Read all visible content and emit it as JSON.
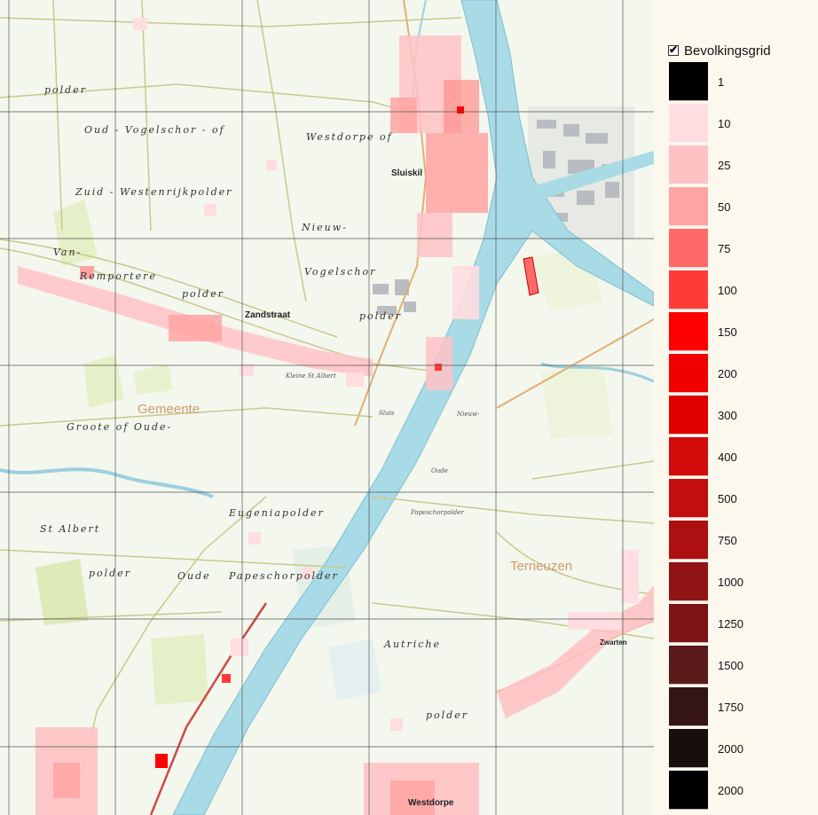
{
  "map": {
    "places": {
      "sluiskil": "Sluiskil",
      "zandstraat": "Zandstraat",
      "gemeente": "Gemeente",
      "terneuzen": "Terneuzen",
      "westdorpe": "Westdorpe",
      "zwarte": "Zwarten"
    },
    "regions": {
      "oud_vogelschor": "Oud - Vogelschor - of",
      "zuid_westenrijk": "Zuid - Westenrijkpolder",
      "westdorpe_of": "Westdorpe of",
      "nieuw": "Nieuw-",
      "van": "Van-",
      "remportere": "Remportere",
      "polder1": "polder",
      "vogelschor": "Vogelschor",
      "polder2": "polder",
      "groote_of_oude": "Groote of Oude-",
      "st_albert": "St Albert",
      "polder3": "polder",
      "eugeniapolder": "Eugeniapolder",
      "oude": "Oude",
      "papeschorpolder": "Papeschorpolder",
      "autriche": "Autriche",
      "polder4": "polder",
      "oude2": "Oude",
      "papeschorpolder2": "Papeschorpolder",
      "polder_nw": "polder",
      "kleine_st_albert": "Kleine St Albert",
      "sluis": "Sluis",
      "nieuw2": "Nieuw-"
    }
  },
  "legend": {
    "checkbox_checked": true,
    "title": "Bevolkingsgrid",
    "items": [
      {
        "label": "1",
        "color": "#000000"
      },
      {
        "label": "10",
        "color": "#ffdde0"
      },
      {
        "label": "25",
        "color": "#ffc2c4"
      },
      {
        "label": "50",
        "color": "#ffa3a3"
      },
      {
        "label": "75",
        "color": "#ff6a68"
      },
      {
        "label": "100",
        "color": "#ff3b37"
      },
      {
        "label": "150",
        "color": "#ff0000"
      },
      {
        "label": "200",
        "color": "#f20000"
      },
      {
        "label": "300",
        "color": "#e10000"
      },
      {
        "label": "400",
        "color": "#d20a0a"
      },
      {
        "label": "500",
        "color": "#c20e0e"
      },
      {
        "label": "750",
        "color": "#ad1010"
      },
      {
        "label": "1000",
        "color": "#901414"
      },
      {
        "label": "1250",
        "color": "#7d1414"
      },
      {
        "label": "1500",
        "color": "#5a1a1a"
      },
      {
        "label": "1750",
        "color": "#351414"
      },
      {
        "label": "2000",
        "color": "#180c0c"
      },
      {
        "label": "2000",
        "color": "#000000"
      }
    ]
  }
}
